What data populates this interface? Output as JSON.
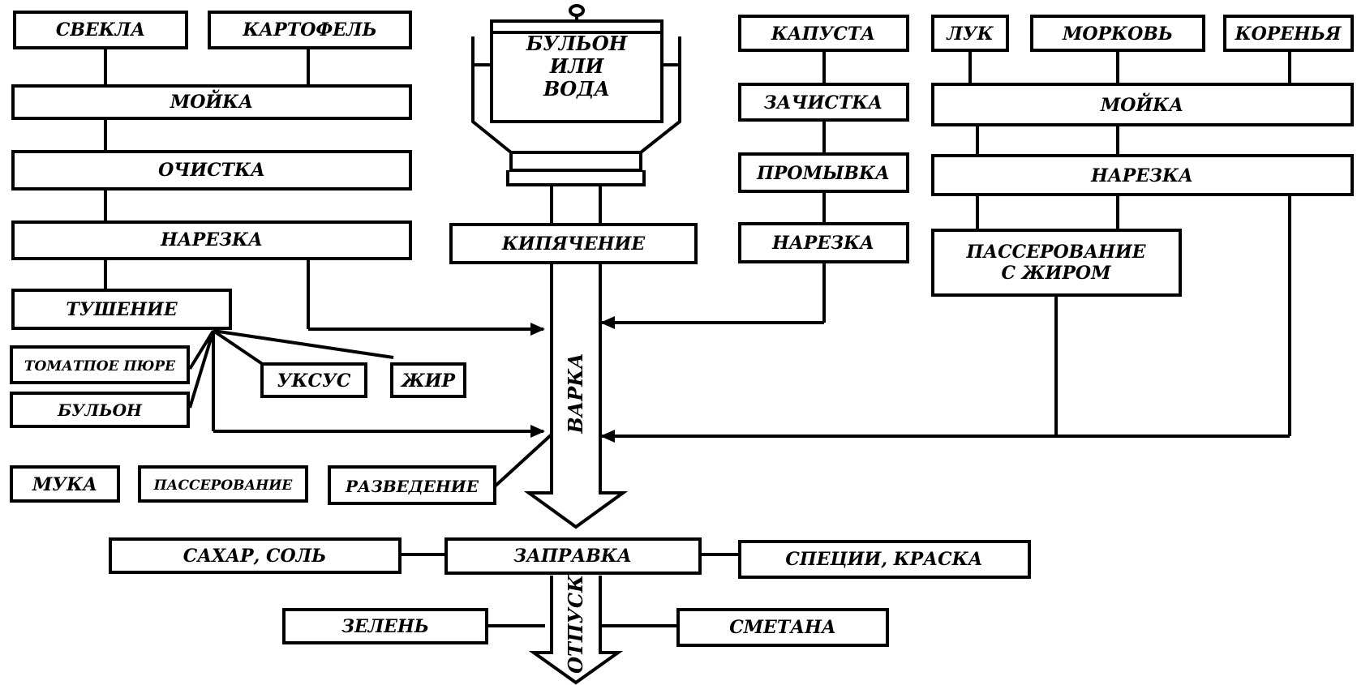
{
  "boxes": {
    "svekla": "СВЕКЛА",
    "kartofel": "КАРТОФЕЛЬ",
    "moyka_left": "МОЙКА",
    "ochistka": "ОЧИСТКА",
    "narezka_left": "НАРЕЗКА",
    "tushenie": "ТУШЕНИЕ",
    "tomat": "ТОМАТПОЕ ПЮРЕ",
    "bulon_small": "БУЛЬОН",
    "uksus": "УКСУС",
    "zhir": "ЖИР",
    "muka": "МУКА",
    "passerovanie_small": "ПАССЕРОВАНИЕ",
    "razvedenie": "РАЗВЕДЕНИЕ",
    "kipyachenie": "КИПЯЧЕНИЕ",
    "kapusta": "КАПУСТА",
    "zachistka": "ЗАЧИСТКА",
    "promyvka": "ПРОМЫВКА",
    "narezka_mid": "НАРЕЗКА",
    "luk": "ЛУК",
    "morkov": "МОРКОВЬ",
    "korenya": "КОРЕНЬЯ",
    "moyka_right": "МОЙКА",
    "narezka_right": "НАРЕЗКА",
    "passerovanie_line1": "ПАССЕРОВАНИЕ",
    "passerovanie_line2": "С ЖИРОМ",
    "sahar": "САХАР, СОЛЬ",
    "zapravka": "ЗАПРАВКА",
    "specii": "СПЕЦИИ, КРАСКА",
    "zelen": "ЗЕЛЕНЬ",
    "smetana": "СМЕТАНА"
  },
  "kettle": {
    "line1": "БУЛЬОН",
    "line2": "ИЛИ",
    "line3": "ВОДА"
  },
  "arrows": {
    "varka": "ВАРКА",
    "otpusk": "ОТПУСК"
  }
}
